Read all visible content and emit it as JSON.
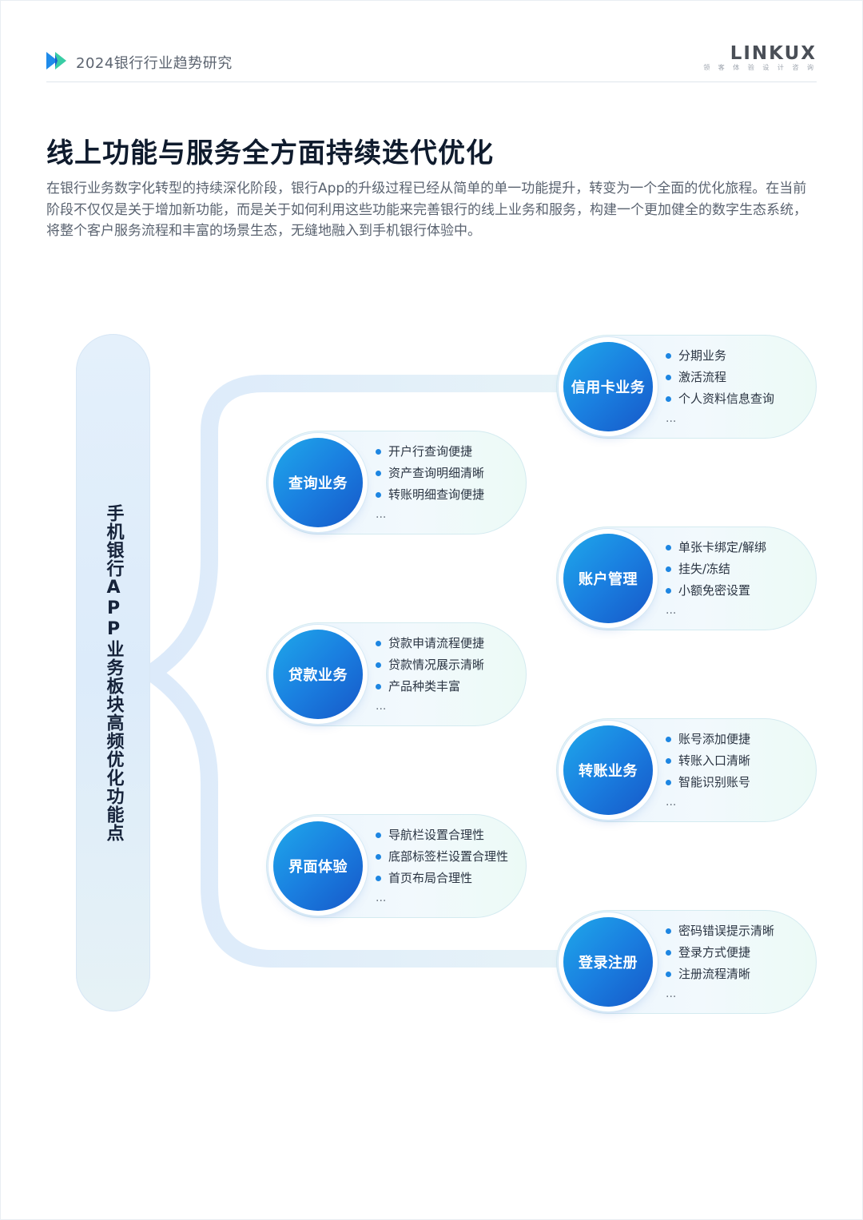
{
  "header": {
    "title": "2024银行行业趋势研究",
    "brand_name": "LINKUX",
    "brand_sub": "领 客 体 验 设 计 咨 询",
    "accent_colors": [
      "#1f8bea",
      "#23c89b"
    ]
  },
  "page_title": "线上功能与服务全方面持续迭代优化",
  "intro": "在银行业务数字化转型的持续深化阶段，银行App的升级过程已经从简单的单一功能提升，转变为一个全面的优化旅程。在当前阶段不仅仅是关于增加新功能，而是关于如何利用这些功能来完善银行的线上业务和服务，构建一个更加健全的数字生态系统，将整个客户服务流程和丰富的场景生态，无缝地融入到手机银行体验中。",
  "diagram": {
    "root": "手机银行APP业务板块高频优化功能点",
    "branches": [
      {
        "title": "信用卡业务",
        "items": [
          "分期业务",
          "激活流程",
          "个人资料信息查询"
        ],
        "more": "..."
      },
      {
        "title": "查询业务",
        "items": [
          "开户行查询便捷",
          "资产查询明细清晰",
          "转账明细查询便捷"
        ],
        "more": "..."
      },
      {
        "title": "账户管理",
        "items": [
          "单张卡绑定/解绑",
          "挂失/冻结",
          "小额免密设置"
        ],
        "more": "..."
      },
      {
        "title": "贷款业务",
        "items": [
          "贷款申请流程便捷",
          "贷款情况展示清晰",
          "产品种类丰富"
        ],
        "more": "..."
      },
      {
        "title": "转账业务",
        "items": [
          "账号添加便捷",
          "转账入口清晰",
          "智能识别账号"
        ],
        "more": "..."
      },
      {
        "title": "界面体验",
        "items": [
          "导航栏设置合理性",
          "底部标签栏设置合理性",
          "首页布局合理性"
        ],
        "more": "..."
      },
      {
        "title": "登录注册",
        "items": [
          "密码错误提示清晰",
          "登录方式便捷",
          "注册流程清晰"
        ],
        "more": "..."
      }
    ]
  }
}
